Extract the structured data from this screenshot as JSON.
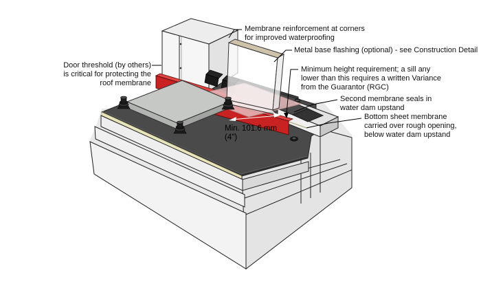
{
  "scene": {
    "background": "#ffffff",
    "description": "Axonometric construction detail: roof membrane door threshold with water dam upstand"
  },
  "annotations": {
    "membrane_reinforcement": {
      "text": "Membrane reinforcement at corners\nfor improved waterproofing"
    },
    "metal_base_flashing": {
      "text": "Metal base flashing (optional) - see Construction Detail"
    },
    "minimum_height": {
      "text": "Minimum height requirement; a sill any\nlower than this requires a written Variance\nfrom the Guarantor (RGC)"
    },
    "second_membrane": {
      "text": "Second membrane seals in\nwater dam upstand"
    },
    "bottom_sheet": {
      "text": "Bottom sheet membrane\ncarried over rough opening,\nbelow water dam upstand"
    },
    "door_threshold": {
      "text": "Door threshold (by others)\nis critical for protecting the\nroof membrane"
    }
  },
  "dimension": {
    "min_height_label": "Min. 101.6 mm (4\")"
  },
  "colors": {
    "flashing_red": "#c92222",
    "flashing_red_dark": "#8f1616",
    "flashing_red_top": "#e04545",
    "membrane_dark": "#4a4a4a",
    "membrane_edge": "#303030",
    "insulation_yellow": "#e8e4bb",
    "concrete_light": "#f3f3f3",
    "paver_gray": "#c6c8c5",
    "pink_membrane": "#e7bcbc",
    "tan_edge": "#cfc2aa"
  }
}
